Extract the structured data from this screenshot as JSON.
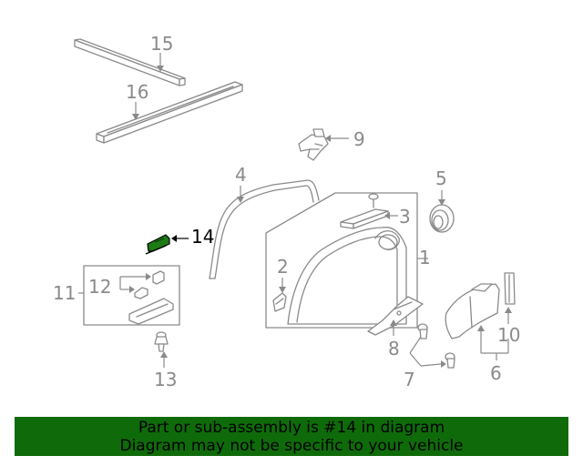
{
  "diagram": {
    "highlight_color": "#1e7a14",
    "callouts": {
      "c1": "1",
      "c2": "2",
      "c3": "3",
      "c4": "4",
      "c5": "5",
      "c6": "6",
      "c7": "7",
      "c8": "8",
      "c9": "9",
      "c10": "10",
      "c11": "11",
      "c12": "12",
      "c13": "13",
      "c14": "14",
      "c15": "15",
      "c16": "16"
    },
    "highlighted_part": "14"
  },
  "footer": {
    "line1": "Part or sub-assembly is #14 in diagram",
    "line2": "Diagram may not be specific to your vehicle",
    "background": "#0f6b0a"
  }
}
